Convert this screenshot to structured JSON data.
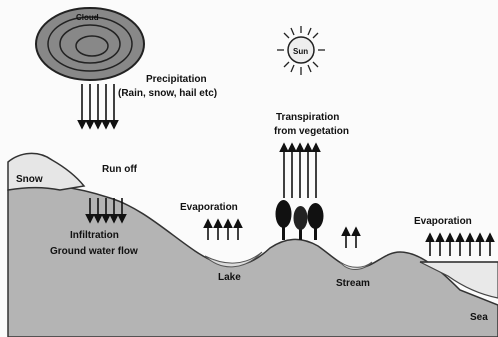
{
  "diagram": {
    "cloud_label": "Cloud",
    "sun_label": "Sun",
    "precipitation_line1": "Precipitation",
    "precipitation_line2": "(Rain, snow, hail etc)",
    "transpiration_line1": "Transpiration",
    "transpiration_line2": "from vegetation",
    "snow_label": "Snow",
    "run_off_label": "Run off",
    "evaporation_left_label": "Evaporation",
    "evaporation_right_label": "Evaporation",
    "infiltration_label": "Infiltration",
    "ground_water_label": "Ground water flow",
    "lake_label": "Lake",
    "stream_label": "Stream",
    "sea_label": "Sea"
  }
}
